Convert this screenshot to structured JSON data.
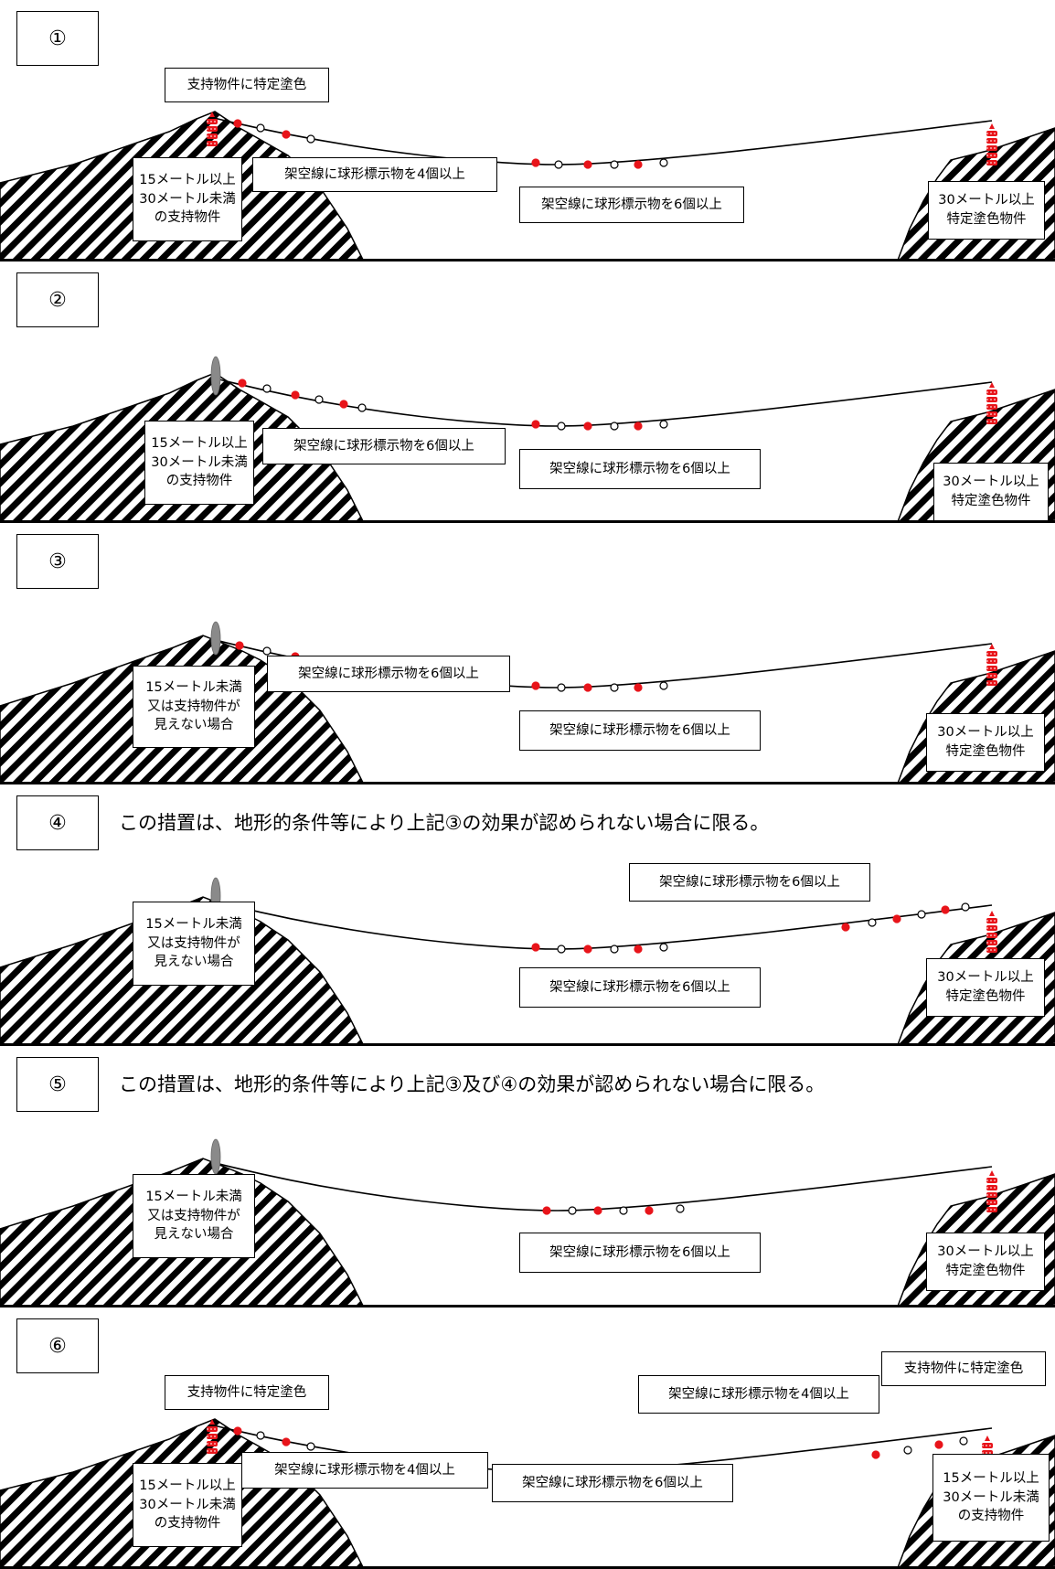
{
  "panels": [
    {
      "number": "①",
      "note": "",
      "labels": {
        "left_paint": "支持物件に特定塗色",
        "left_support": "15メートル以上\n30メートル未満\nの支持物件",
        "left_markers": "架空線に球形標示物を4個以上",
        "center_markers": "架空線に球形標示物を6個以上",
        "right_support": "30メートル以上\n特定塗色物件"
      }
    },
    {
      "number": "②",
      "note": "",
      "labels": {
        "left_support": "15メートル以上\n30メートル未満\nの支持物件",
        "left_markers": "架空線に球形標示物を6個以上",
        "center_markers": "架空線に球形標示物を6個以上",
        "right_support": "30メートル以上\n特定塗色物件"
      }
    },
    {
      "number": "③",
      "note": "",
      "labels": {
        "left_support": "15メートル未満\n又は支持物件が\n見えない場合",
        "left_markers": "架空線に球形標示物を6個以上",
        "center_markers": "架空線に球形標示物を6個以上",
        "right_support": "30メートル以上\n特定塗色物件"
      }
    },
    {
      "number": "④",
      "note": "この措置は、地形的条件等により上記③の効果が認められない場合に限る。",
      "labels": {
        "right_markers": "架空線に球形標示物を6個以上",
        "left_support": "15メートル未満\n又は支持物件が\n見えない場合",
        "center_markers": "架空線に球形標示物を6個以上",
        "right_support": "30メートル以上\n特定塗色物件"
      }
    },
    {
      "number": "⑤",
      "note": "この措置は、地形的条件等により上記③及び④の効果が認められない場合に限る。",
      "labels": {
        "left_support": "15メートル未満\n又は支持物件が\n見えない場合",
        "center_markers": "架空線に球形標示物を6個以上",
        "right_support": "30メートル以上\n特定塗色物件"
      }
    },
    {
      "number": "⑥",
      "note": "",
      "labels": {
        "left_paint": "支持物件に特定塗色",
        "right_paint": "支持物件に特定塗色",
        "right_markers": "架空線に球形標示物を4個以上",
        "left_support": "15メートル以上\n30メートル未満\nの支持物件",
        "left_markers": "架空線に球形標示物を4個以上",
        "center_markers": "架空線に球形標示物を6個以上",
        "right_support": "15メートル以上\n30メートル未満\nの支持物件"
      }
    }
  ],
  "colors": {
    "marker_red": "#e8141a",
    "marker_white": "#ffffff",
    "support_gray": "#8a8a8a",
    "line": "#000000"
  }
}
